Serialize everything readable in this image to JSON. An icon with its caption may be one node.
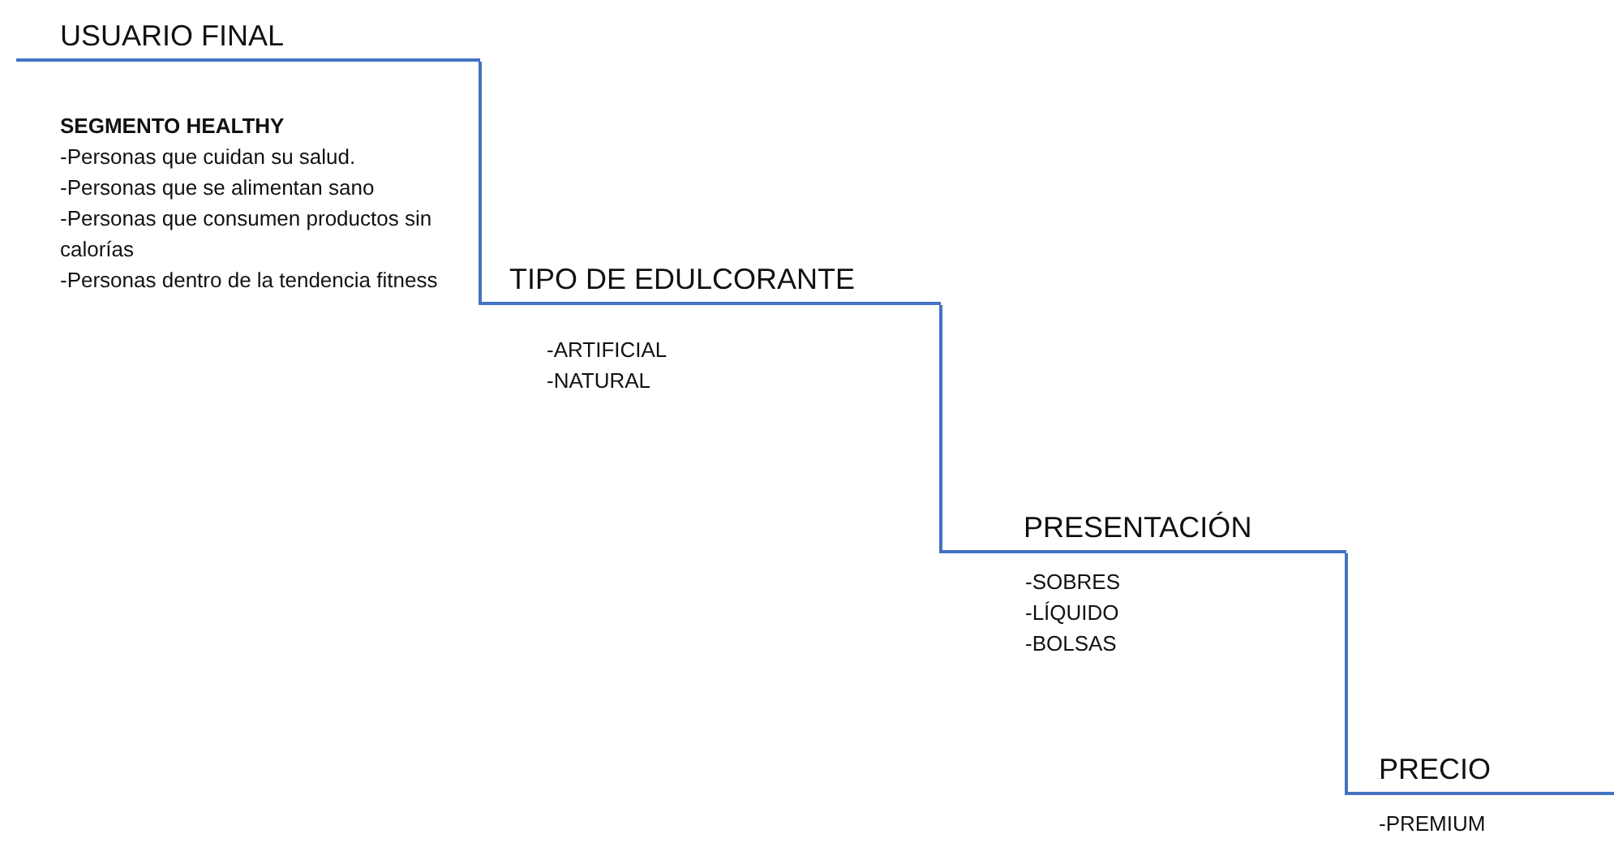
{
  "diagram": {
    "nodes": [
      {
        "text": [
          "USUARIO FINAL",
          "SEGMENTO HEALTHY",
          "-Personas que cuidan su salud.",
          "-Personas que se alimentan sano",
          "-Personas que consumen productos sin calorías",
          "-Personas dentro de la tendencia fitness"
        ]
      },
      {
        "text": [
          "TIPO DE EDULCORANTE",
          "-ARTIFICIAL",
          "-NATURAL"
        ]
      },
      {
        "text": [
          "PRESENTACIÓN",
          "-SOBRES",
          "-LÍQUIDO",
          "-BOLSAS"
        ]
      },
      {
        "text": [
          "PRECIO",
          "-PREMIUM"
        ]
      }
    ],
    "edges": [
      {
        "from": 0,
        "to": 1,
        "arrow": "none"
      },
      {
        "from": 1,
        "to": 2,
        "arrow": "none"
      },
      {
        "from": 2,
        "to": 3,
        "arrow": "none"
      }
    ]
  }
}
